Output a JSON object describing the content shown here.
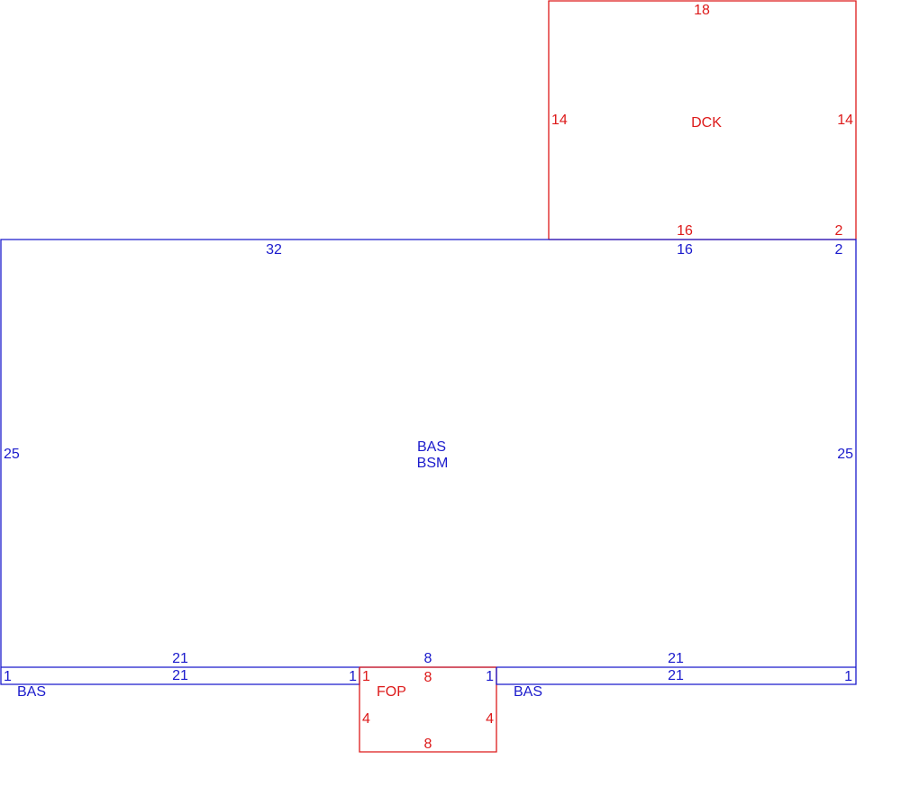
{
  "colors": {
    "living": "#1a1acc",
    "exterior": "#dd1a1a"
  },
  "areas": {
    "deck": {
      "code": "DCK",
      "top": "18",
      "left": "14",
      "right": "14",
      "bottom_main": "16",
      "bottom_small": "2"
    },
    "main": {
      "code": "BAS",
      "sub_code": "BSM",
      "top": "32",
      "top_right_a": "16",
      "top_right_b": "2",
      "left": "25",
      "right": "25",
      "bottom_left": "21",
      "bottom_mid": "8",
      "bottom_right": "21"
    },
    "strip_left": {
      "code": "BAS",
      "length": "21",
      "end_left": "1",
      "end_right": "1"
    },
    "porch": {
      "code": "FOP",
      "top": "8",
      "left": "4",
      "right": "4",
      "bottom": "8",
      "end_left": "1",
      "end_right": "1"
    },
    "strip_right": {
      "code": "BAS",
      "length": "21",
      "end_right": "1"
    }
  }
}
